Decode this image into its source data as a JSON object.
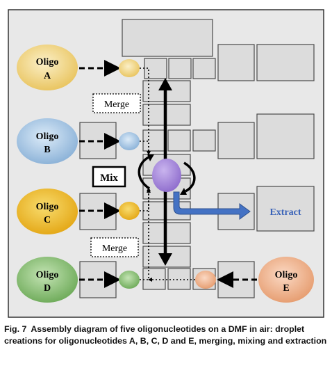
{
  "diagram": {
    "oligos": [
      {
        "line1": "Oligo",
        "line2": "A",
        "color": "#f2d28a"
      },
      {
        "line1": "Oligo",
        "line2": "B",
        "color": "#a9c9e6"
      },
      {
        "line1": "Oligo",
        "line2": "C",
        "color": "#f0c02e"
      },
      {
        "line1": "Oligo",
        "line2": "D",
        "color": "#8fc37a"
      },
      {
        "line1": "Oligo",
        "line2": "E",
        "color": "#f2b28e"
      }
    ],
    "merge_label_top": "Merge",
    "merge_label_bottom": "Merge",
    "mix_label": "Mix",
    "extract_label": "Extract",
    "colors": {
      "frame_bg": "#e8e8e8",
      "electrode_fill": "#dcdcdc",
      "electrode_stroke": "#4a4a4a",
      "mix_droplet": "#a78ad6",
      "extract_arrow": "#4472c4",
      "extract_text": "#3a63b8"
    }
  },
  "caption": {
    "fig_label": "Fig. 7",
    "text": "Assembly diagram of five oligonucleotides on a DMF in air: droplet creations for oligonucleotides A, B, C, D and E, merging, mixing and extraction"
  }
}
